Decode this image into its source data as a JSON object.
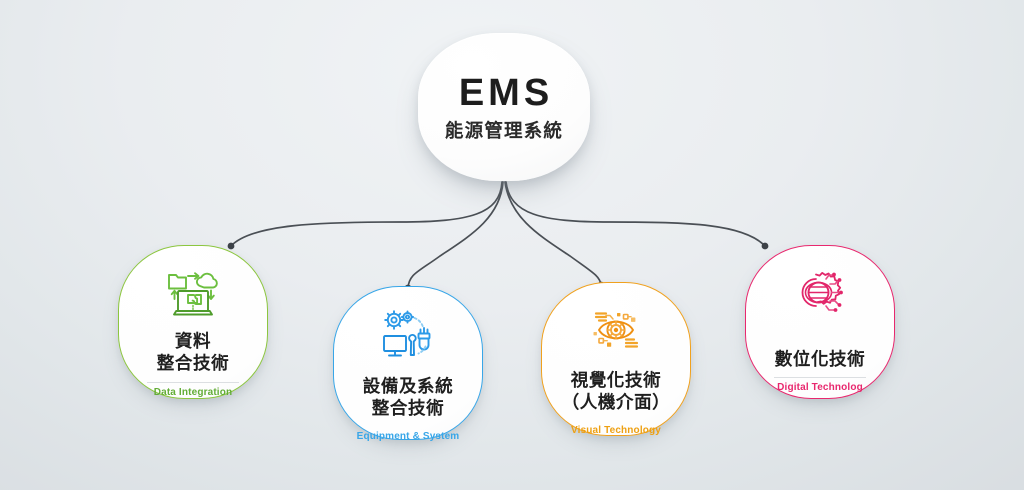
{
  "background": {
    "color_light": "#eef1f3",
    "color_dark": "#d6dbdf"
  },
  "root": {
    "title": "EMS",
    "subtitle": "能源管理系統",
    "text_color": "#1d1d1d"
  },
  "connectors": {
    "line_color": "#4a4f55",
    "dot_color": "#3d4248",
    "count": 4
  },
  "cards": [
    {
      "id": "data-integration",
      "icon": "data-integration-icon",
      "title_lines": [
        "資料",
        "整合技術"
      ],
      "subtitle": "Data Integration",
      "accent": "#8cc63f",
      "subtitle_color": "#63ad37"
    },
    {
      "id": "equipment-system",
      "icon": "equipment-system-icon",
      "title_lines": [
        "設備及系統",
        "整合技術"
      ],
      "subtitle": "Equipment & System",
      "accent": "#38a6e8",
      "subtitle_color": "#38a6e8"
    },
    {
      "id": "visual-technology",
      "icon": "visual-technology-icon",
      "title_lines": [
        "視覺化技術",
        "（人機介面）"
      ],
      "subtitle": "Visual Technology",
      "accent": "#f0a11e",
      "subtitle_color": "#eea012"
    },
    {
      "id": "digital-technology",
      "icon": "digital-technology-icon",
      "title_lines": [
        "數位化技術"
      ],
      "subtitle": "Digital Technolog",
      "accent": "#e8286e",
      "subtitle_color": "#e8286e"
    }
  ]
}
